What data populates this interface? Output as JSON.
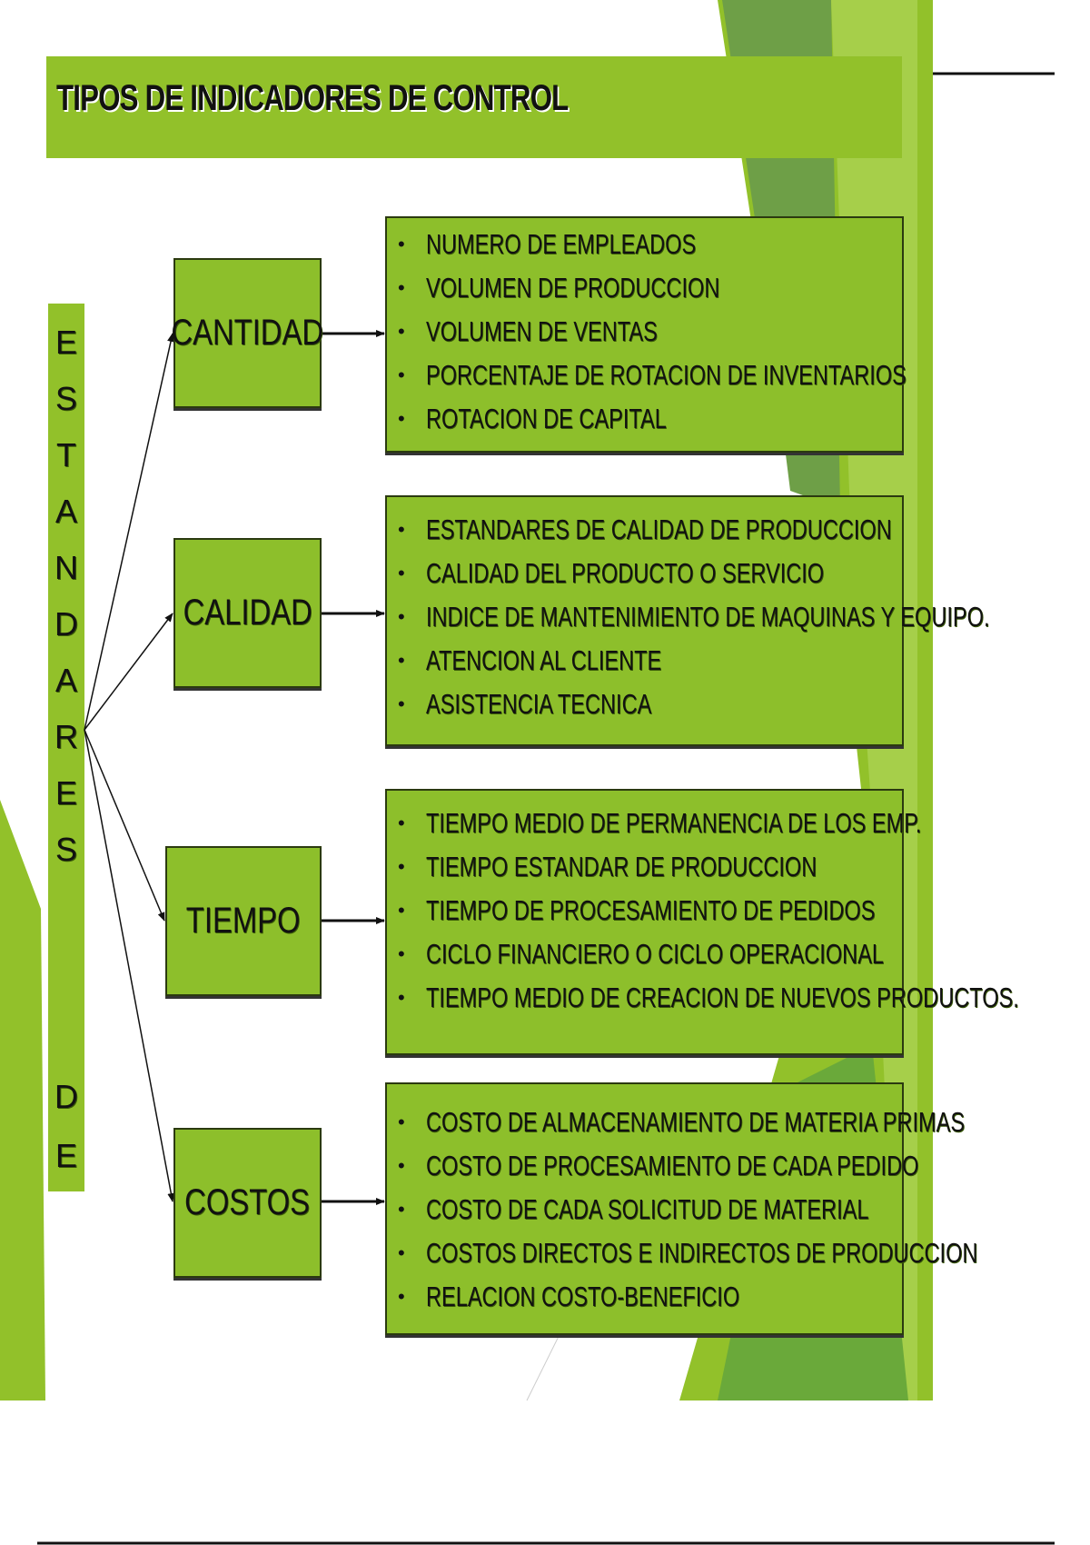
{
  "title": "TIPOS DE INDICADORES DE CONTROL",
  "vertical_label": [
    "E",
    "S",
    "T",
    "A",
    "N",
    "D",
    "A",
    "R",
    "E",
    "S",
    "D",
    "E"
  ],
  "categories": [
    {
      "label": "CANTIDAD",
      "items": [
        "NUMERO DE EMPLEADOS",
        "VOLUMEN DE PRODUCCION",
        "VOLUMEN DE VENTAS",
        "PORCENTAJE  DE ROTACION DE INVENTARIOS",
        "ROTACION DE CAPITAL"
      ]
    },
    {
      "label": "CALIDAD",
      "items": [
        "ESTANDARES DE CALIDAD DE PRODUCCION",
        "CALIDAD DEL PRODUCTO O SERVICIO",
        "INDICE DE MANTENIMIENTO DE MAQUINAS Y EQUIPO.",
        "ATENCION AL CLIENTE",
        "ASISTENCIA TECNICA"
      ]
    },
    {
      "label": "TIEMPO",
      "items": [
        "TIEMPO MEDIO DE PERMANENCIA DE LOS EMP.",
        "TIEMPO ESTANDAR DE PRODUCCION",
        "TIEMPO DE PROCESAMIENTO DE PEDIDOS",
        "CICLO FINANCIERO O CICLO OPERACIONAL",
        "TIEMPO MEDIO DE CREACION DE NUEVOS PRODUCTOS."
      ]
    },
    {
      "label": "COSTOS",
      "items": [
        "COSTO DE ALMACENAMIENTO DE MATERIA PRIMAS",
        "COSTO DE PROCESAMIENTO DE CADA PEDIDO",
        "COSTO DE CADA SOLICITUD DE MATERIAL",
        "COSTOS DIRECTOS E INDIRECTOS DE PRODUCCION",
        "RELACION COSTO-BENEFICIO"
      ]
    }
  ],
  "bullet": "•",
  "colors": {
    "green": "#8dbf2b",
    "dark_green": "#6e9f47",
    "light_green": "#a6cf4a"
  }
}
